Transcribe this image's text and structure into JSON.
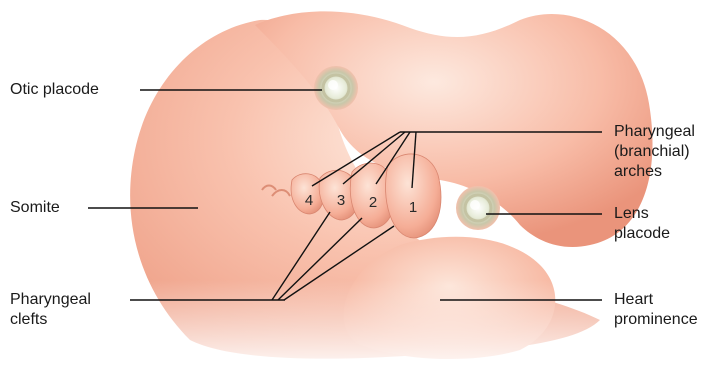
{
  "labels": {
    "otic_placode": "Otic placode",
    "somite": "Somite",
    "pharyngeal_clefts": [
      "Pharyngeal",
      "clefts"
    ],
    "pharyngeal_arches": [
      "Pharyngeal",
      "(branchial)",
      "arches"
    ],
    "lens_placode": [
      "Lens",
      "placode"
    ],
    "heart_prominence": [
      "Heart",
      "prominence"
    ]
  },
  "arch_numbers": [
    "4",
    "3",
    "2",
    "1"
  ],
  "colors": {
    "embryo_base": "#f7b9a4",
    "embryo_highlight": "#fde3d6",
    "embryo_shadow": "#e48f78",
    "placode_ring": "#c9c7b0"
  }
}
